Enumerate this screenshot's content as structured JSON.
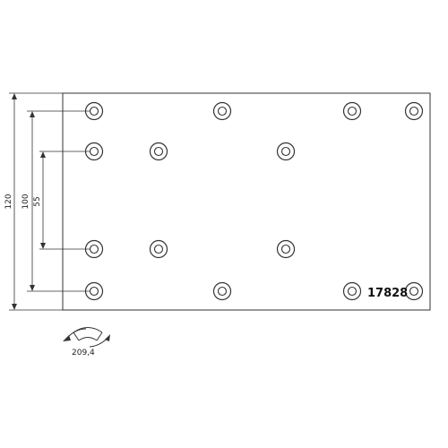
{
  "drawing": {
    "part_number": "17828",
    "dimensions": {
      "total_height": "120",
      "outer_hole_spacing": "100",
      "inner_hole_spacing": "55",
      "arc_length": "209,4"
    },
    "hole_count": 14
  }
}
